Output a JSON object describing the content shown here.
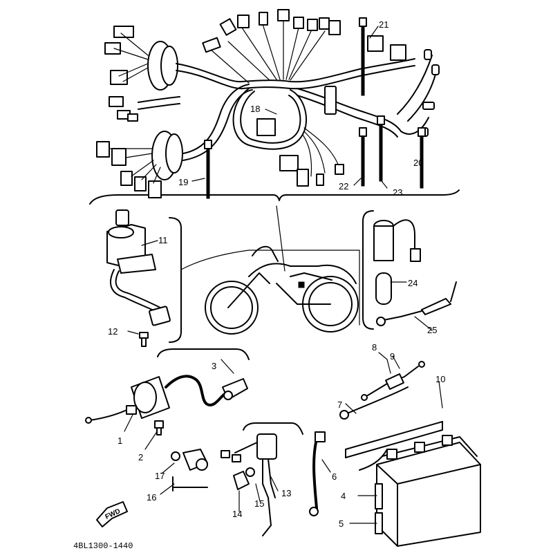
{
  "diagram_code": "4BL1300-1440",
  "direction_label": "FWD",
  "callouts": [
    "1",
    "2",
    "3",
    "4",
    "5",
    "6",
    "7",
    "8",
    "9",
    "10",
    "11",
    "12",
    "13",
    "14",
    "15",
    "16",
    "17",
    "18",
    "19",
    "20",
    "21",
    "22",
    "23",
    "24",
    "25"
  ]
}
